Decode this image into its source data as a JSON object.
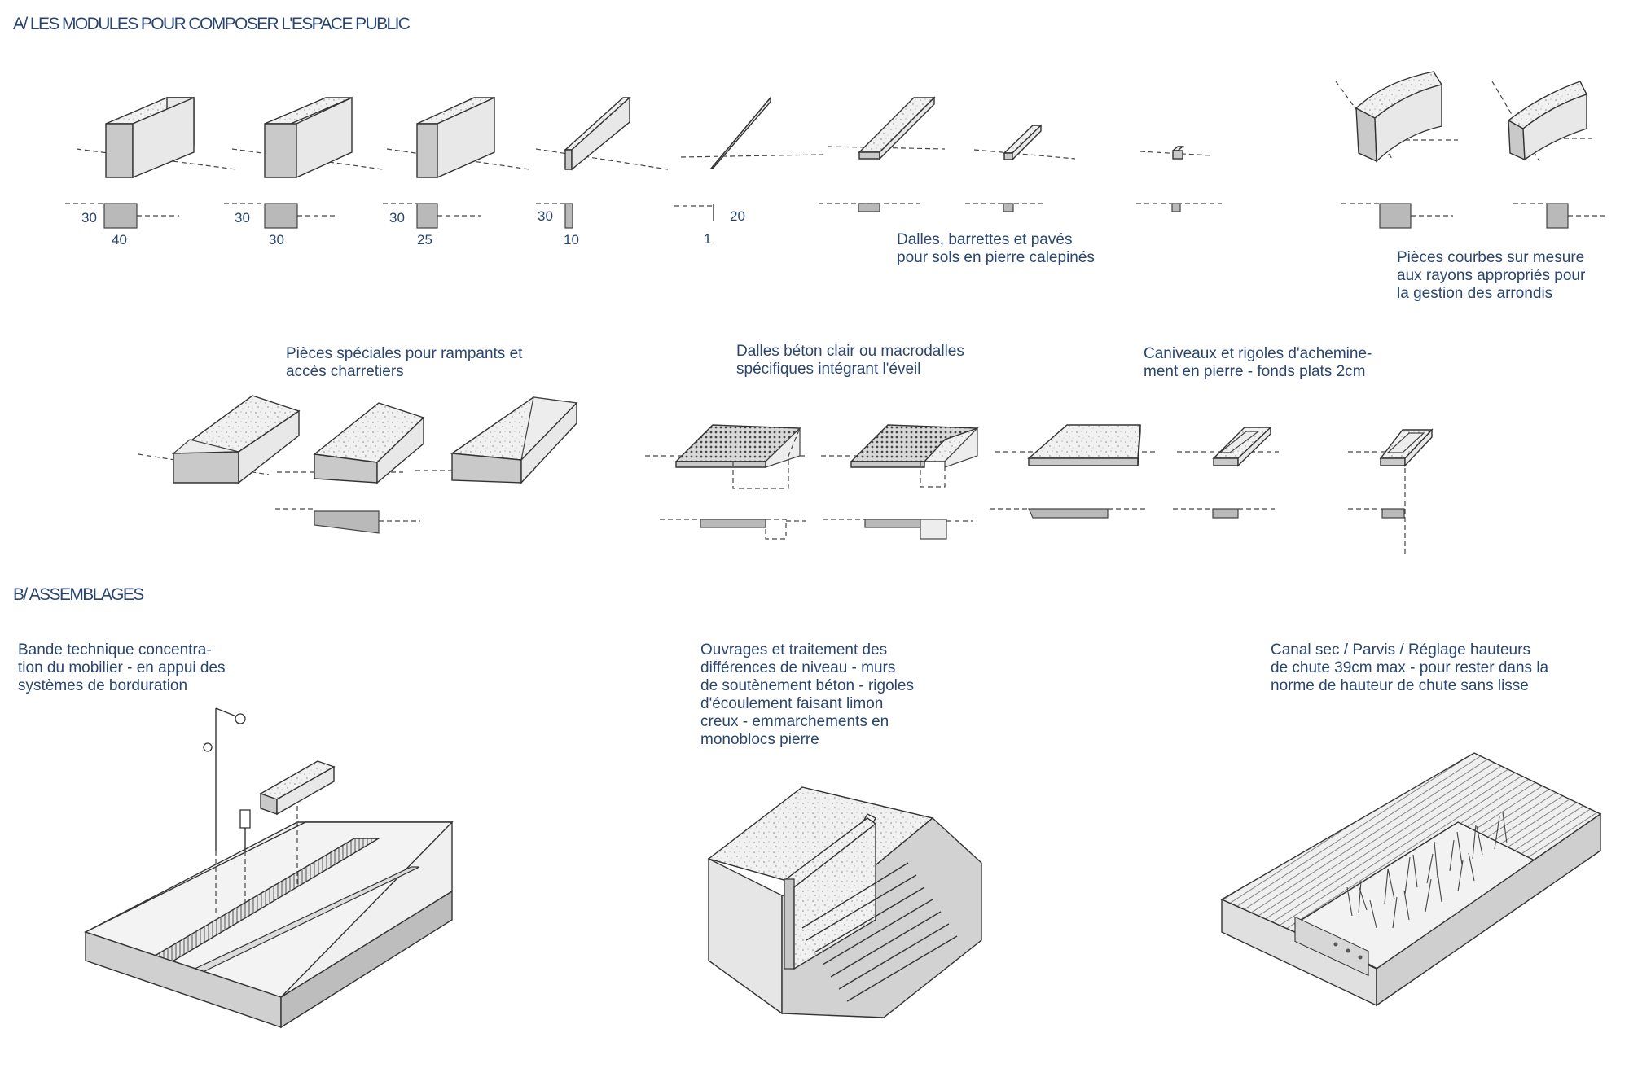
{
  "section_a": {
    "title": "A/  LES MODULES POUR COMPOSER L'ESPACE PUBLIC",
    "dimensions": {
      "m1_h": "30",
      "m1_w": "40",
      "m2_h": "30",
      "m2_w": "30",
      "m3_h": "30",
      "m3_w": "25",
      "m4_h": "30",
      "m4_w": "10",
      "m5_h": "20",
      "m5_w": "1"
    },
    "captions": {
      "dalles_l1": "Dalles, barrettes et pavés",
      "dalles_l2": "pour sols en pierre calepinés",
      "courbes_l1": "Pièces courbes sur mesure",
      "courbes_l2": "aux rayons appropriés pour",
      "courbes_l3": "la gestion des arrondis",
      "speciales_l1": "Pièces spéciales pour rampants et",
      "speciales_l2": "accès charretiers",
      "beton_l1": "Dalles béton clair ou macrodalles",
      "beton_l2": "spécifiques intégrant l'éveil",
      "caniveaux_l1": "Caniveaux et rigoles d'achemine-",
      "caniveaux_l2": "ment en pierre - fonds plats 2cm"
    }
  },
  "section_b": {
    "title": "B/  ASSEMBLAGES",
    "captions": {
      "bande_l1": "Bande technique concentra-",
      "bande_l2": "tion du mobilier - en appui des",
      "bande_l3": "systèmes de borduration",
      "ouvrages_l1": "Ouvrages et traitement des",
      "ouvrages_l2": "différences de niveau - murs",
      "ouvrages_l3": "de soutènement béton - rigoles",
      "ouvrages_l4": "d'écoulement faisant limon",
      "ouvrages_l5": "creux - emmarchements en",
      "ouvrages_l6": "monoblocs pierre",
      "canal_l1": "Canal sec / Parvis / Réglage hauteurs",
      "canal_l2": "de chute 39cm max - pour rester dans la",
      "canal_l3": "norme de hauteur de chute sans lisse"
    }
  },
  "colors": {
    "text": "#2a4670",
    "section_fill": "#b9b9b9",
    "line": "#333333"
  }
}
